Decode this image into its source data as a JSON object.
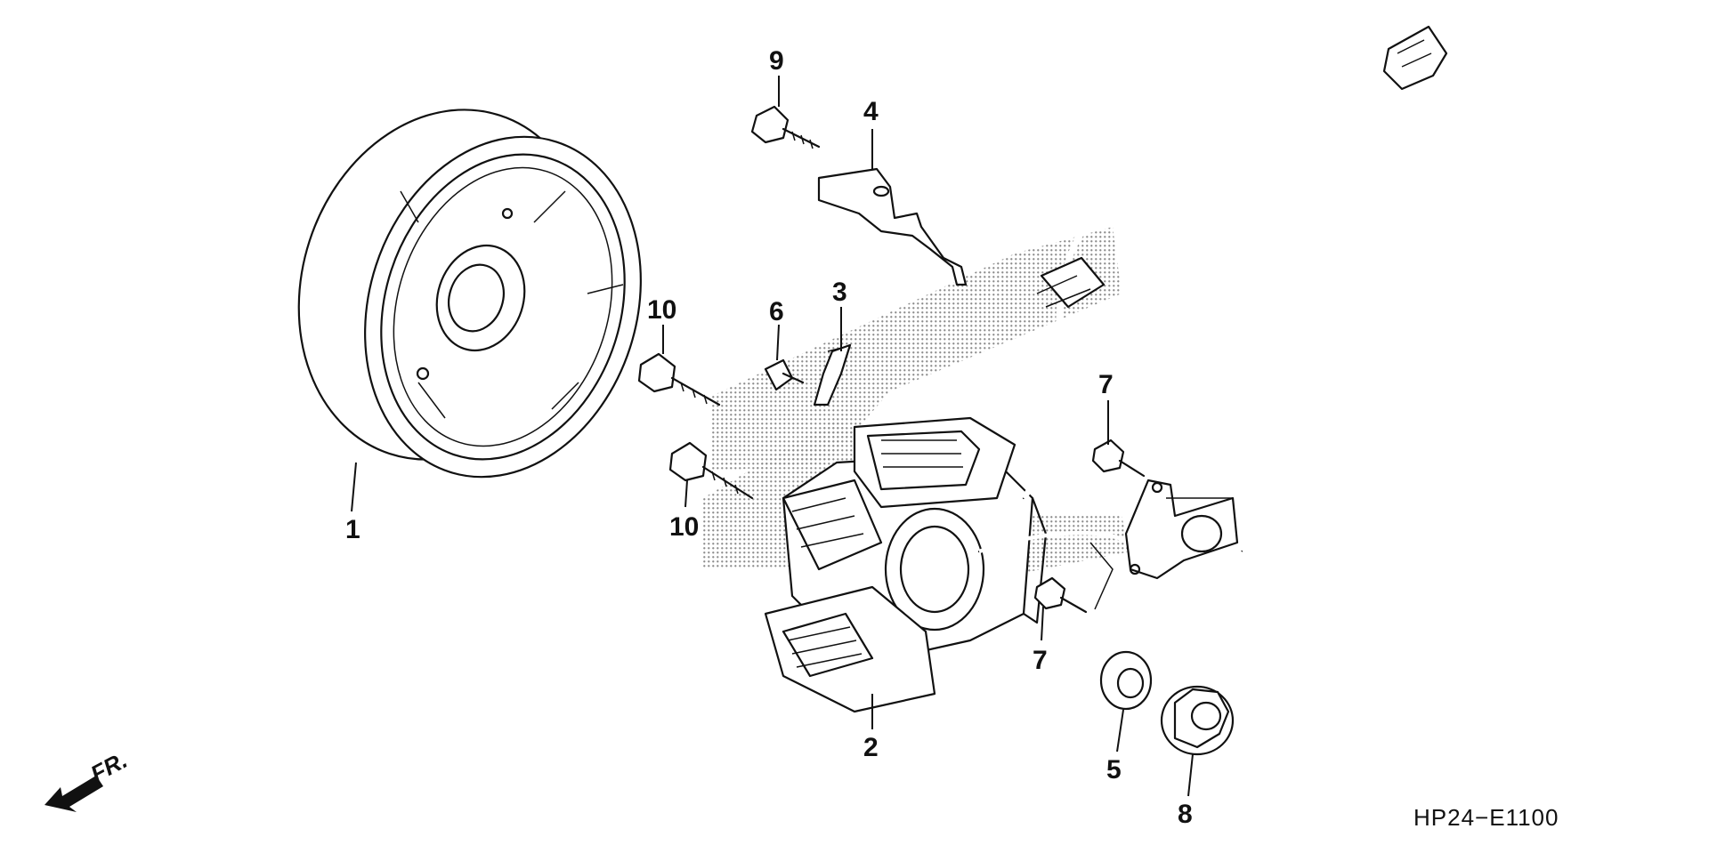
{
  "diagram": {
    "code": "HP24−E1100",
    "direction_label": "FR.",
    "callouts": [
      {
        "id": "c1",
        "label": "1"
      },
      {
        "id": "c2",
        "label": "2"
      },
      {
        "id": "c3",
        "label": "3"
      },
      {
        "id": "c4",
        "label": "4"
      },
      {
        "id": "c5",
        "label": "5"
      },
      {
        "id": "c6",
        "label": "6"
      },
      {
        "id": "c7a",
        "label": "7"
      },
      {
        "id": "c7b",
        "label": "7"
      },
      {
        "id": "c8",
        "label": "8"
      },
      {
        "id": "c9",
        "label": "9"
      },
      {
        "id": "c10a",
        "label": "10"
      },
      {
        "id": "c10b",
        "label": "10"
      }
    ],
    "colors": {
      "line": "#111111",
      "background": "#ffffff",
      "shading": "#8a8a8a"
    }
  }
}
